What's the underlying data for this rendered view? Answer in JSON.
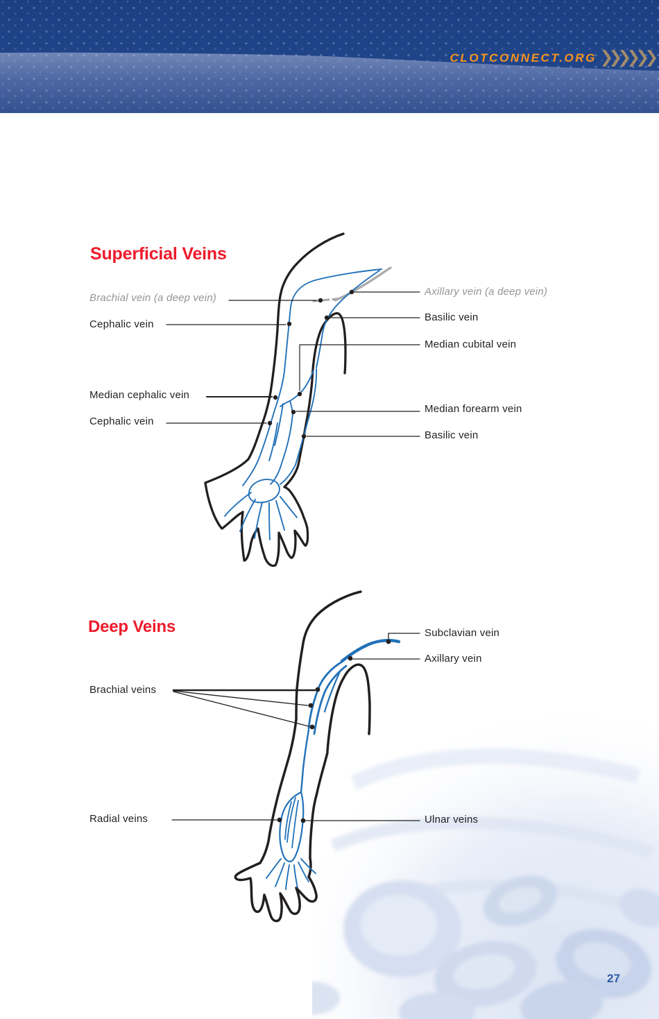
{
  "header": {
    "site_url": "CLOTCONNECT.ORG",
    "chevrons_icon": "double-chevrons-right",
    "chevron_count": 6
  },
  "sections": [
    {
      "title": "Superficial Veins",
      "labels": [
        {
          "text": "Brachial vein (a deep vein)",
          "side": "left",
          "style": "gray-italic"
        },
        {
          "text": "Cephalic vein",
          "side": "left",
          "style": "normal"
        },
        {
          "text": "Median cephalic vein",
          "side": "left",
          "style": "normal"
        },
        {
          "text": "Cephalic vein",
          "side": "left",
          "style": "normal"
        },
        {
          "text": "Axillary vein (a deep vein)",
          "side": "right",
          "style": "gray-italic"
        },
        {
          "text": "Basilic vein",
          "side": "right",
          "style": "normal"
        },
        {
          "text": "Median cubital vein",
          "side": "right",
          "style": "normal"
        },
        {
          "text": "Median forearm vein",
          "side": "right",
          "style": "normal"
        },
        {
          "text": "Basilic vein",
          "side": "right",
          "style": "normal"
        }
      ]
    },
    {
      "title": "Deep Veins",
      "labels": [
        {
          "text": "Brachial veins",
          "side": "left",
          "style": "normal"
        },
        {
          "text": "Radial veins",
          "side": "left",
          "style": "normal"
        },
        {
          "text": "Subclavian vein",
          "side": "right",
          "style": "normal"
        },
        {
          "text": "Axillary vein",
          "side": "right",
          "style": "normal"
        },
        {
          "text": "Ulnar veins",
          "side": "right",
          "style": "normal"
        }
      ]
    }
  ],
  "footer": {
    "page_number": "27"
  },
  "colors": {
    "title_red": "#ed1b2c",
    "vein_blue": "#2271b8",
    "outline_black": "#231f20",
    "deep_vein_gray": "#a7a9ac",
    "gray_label": "#939598",
    "header_navy": "#1c3f82",
    "header_band_blue": "#7187b7",
    "logo_orange": "#f7941d",
    "chevron_tan": "#a18b6d",
    "page_number_blue": "#2d5ba7"
  }
}
